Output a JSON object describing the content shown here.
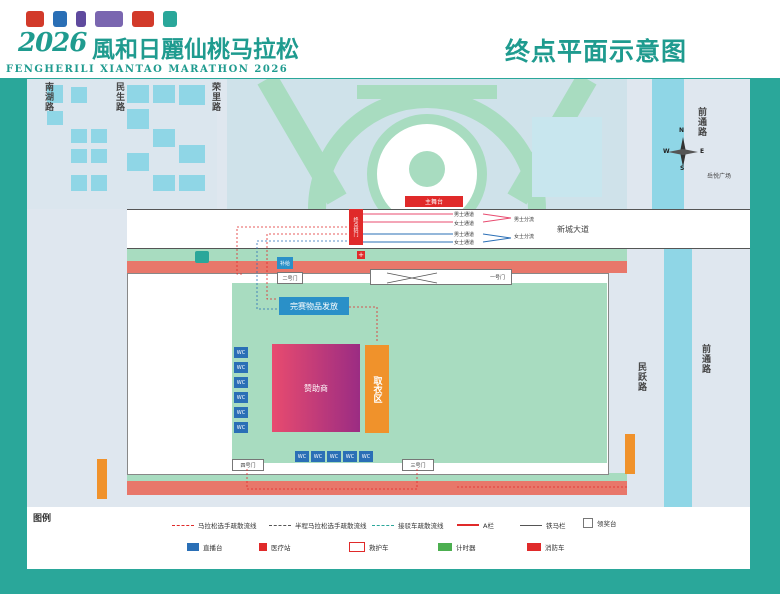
{
  "header": {
    "year": "2026",
    "title": "風和日麗仙桃马拉松",
    "subtitle": "FENGHERILI XIANTAO MARATHON 2026",
    "map_title": "终点平面示意图"
  },
  "colors": {
    "teal": "#2aa79a",
    "green_zone": "#a8dcc0",
    "red_road": "#e8776a",
    "blue_river": "#8fd6e6",
    "orange": "#f0922b",
    "magenta_start": "#e84b6f",
    "magenta_end": "#9b2c83",
    "wc_blue": "#2a6fb6",
    "stage_red": "#e02a2a"
  },
  "roads": {
    "nanhu": "南湖路",
    "minsheng": "民生路",
    "rongli": "荣里路",
    "qiantong_top": "前通路",
    "qiantong_bottom": "前通路",
    "minyue": "民跃路",
    "xincheng": "新城大道",
    "yuyue_square": "岳悦广场"
  },
  "compass": {
    "n": "N",
    "s": "S",
    "e": "E",
    "w": "W"
  },
  "areas": {
    "main_stage": "主舞台",
    "finish_gate": "终点拱门",
    "medal": "完赛物品发放",
    "sponsor": "赞助商",
    "baggage": "取衣区",
    "medical": "医疗",
    "gate_1": "一号门",
    "gate_2": "二号门",
    "gate_3": "三号门",
    "gate_4": "四号门",
    "water": "补给"
  },
  "lanes": {
    "l1": "男士通道",
    "l2": "女士通道",
    "l3": "男士通道",
    "l4": "女士通道",
    "r1": "男士分流",
    "r2": "女士分流"
  },
  "wc_label": "WC",
  "wc_left_count": 6,
  "wc_bottom_count": 5,
  "legend": {
    "title": "图例",
    "items": [
      {
        "label": "马拉松选手疏散流线"
      },
      {
        "label": "半程马拉松选手疏散流线"
      },
      {
        "label": "接驳车疏散流线"
      },
      {
        "label": "A栏"
      },
      {
        "label": "铁马栏"
      },
      {
        "label": "领奖台"
      },
      {
        "label": "直播台"
      },
      {
        "label": "医疗站"
      },
      {
        "label": "救护车"
      },
      {
        "label": "计时器"
      },
      {
        "label": "消防车"
      }
    ]
  }
}
